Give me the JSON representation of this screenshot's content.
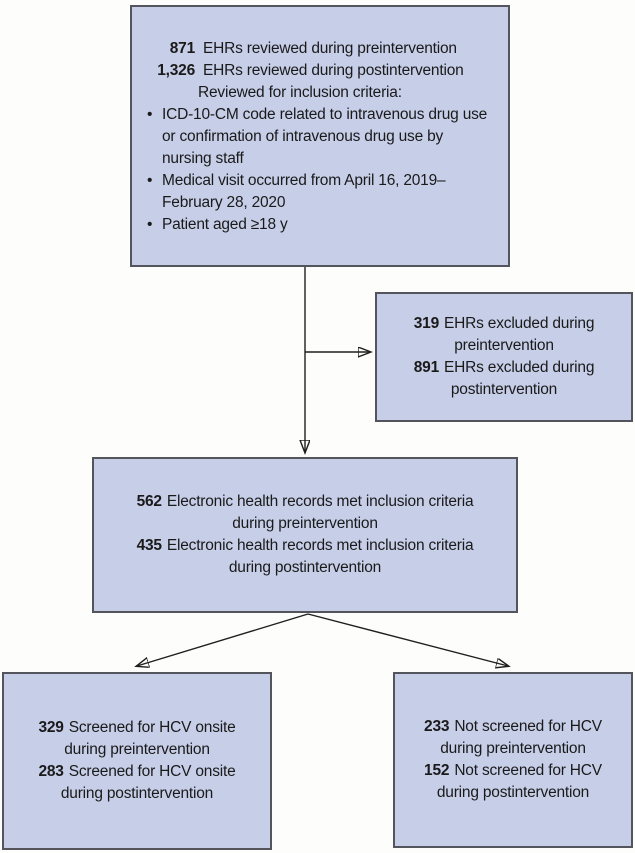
{
  "figure": {
    "type": "flow-diagram",
    "background_color": "#FDFDFB",
    "box_fill_color": "#C7CEE8",
    "box_border_color": "#54545C",
    "arrow_color": "#1F1F1F",
    "text_color": "#1A1A1A"
  },
  "icons": {
    "bullet": "•"
  },
  "boxes": {
    "reviewed": {
      "line1": {
        "num": "871",
        "text": "EHRs reviewed during preintervention"
      },
      "line2": {
        "num": "1,326",
        "text": "EHRs reviewed during postintervention"
      },
      "line3": "Reviewed for inclusion criteria:",
      "bullet1": {
        "l1": "ICD-10-CM code related to intravenous drug use",
        "l2": "or confirmation of intravenous drug use by",
        "l3": "nursing staff"
      },
      "bullet2": {
        "l1": "Medical visit occurred from April 16, 2019–",
        "l2": "February 28, 2020"
      },
      "bullet3": {
        "l1": "Patient aged ≥18 y"
      }
    },
    "excluded": {
      "num1": "319",
      "text1": "EHRs excluded during",
      "cont1": "preintervention",
      "num2": "891",
      "text2": "EHRs excluded during",
      "cont2": "postintervention"
    },
    "inclusion": {
      "num1": "562",
      "text1": "Electronic health records met inclusion criteria",
      "cont1": "during preintervention",
      "num2": "435",
      "text2": "Electronic health records met inclusion criteria",
      "cont2": "during postintervention"
    },
    "screened": {
      "num1": "329",
      "text1": "Screened for HCV onsite",
      "cont1": "during preintervention",
      "num2": "283",
      "text2": "Screened for HCV onsite",
      "cont2": "during postintervention"
    },
    "not_screened": {
      "num1": "233",
      "text1": "Not screened for HCV",
      "cont1": "during preintervention",
      "num2": "152",
      "text2": "Not screened for HCV",
      "cont2": "during postintervention"
    }
  }
}
